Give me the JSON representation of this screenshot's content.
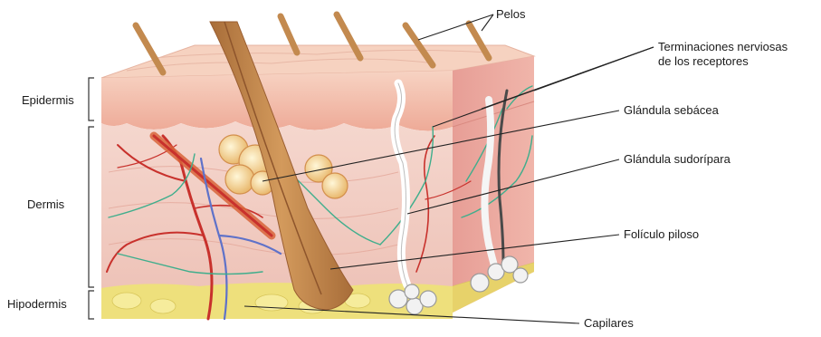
{
  "labels": {
    "pelos": "Pelos",
    "terminaciones_1": "Terminaciones nerviosas",
    "terminaciones_2": "de los receptores",
    "glandula_sebacea": "Glándula sebácea",
    "glandula_sudoripara": "Glándula sudorípara",
    "foliculo_piloso": "Folículo piloso",
    "capilares": "Capilares",
    "epidermis": "Epidermis",
    "dermis": "Dermis",
    "hipodermis": "Hipodermis"
  },
  "colors": {
    "epidermis": "#f2b8a8",
    "dermis": "#f6cfc6",
    "fat": "#efe07a",
    "hair": "#c79052",
    "follicle": "#b56a3e",
    "vessel_red": "#c8312c",
    "vessel_blue": "#5f72c9",
    "nerve": "#3fae8c",
    "sweat_gland": "#e6e6e6"
  }
}
